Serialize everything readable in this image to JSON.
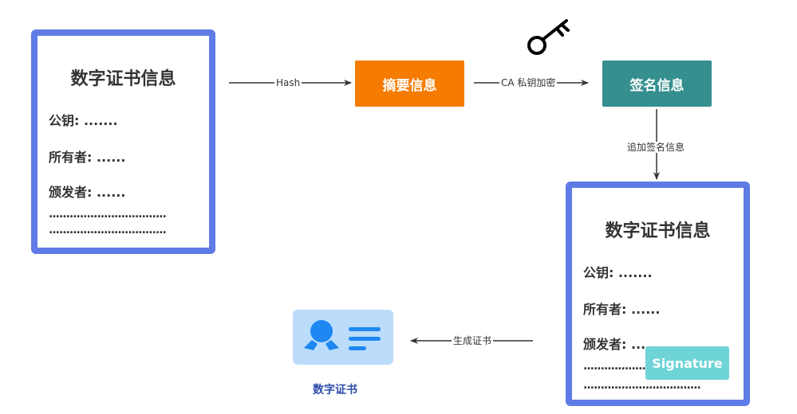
{
  "colors": {
    "card_border": "#5f7be6",
    "digest_box": "#f57c00",
    "sign_box": "#358f8f",
    "signature_tag": "#6fd4d8",
    "cert_bg": "#bbdcfb",
    "cert_fg": "#1f87f2",
    "cert_caption": "#2e4ea8"
  },
  "left_card": {
    "title": "数字证书信息",
    "public_key": "公钥: .......",
    "owner": "所有者: ......",
    "issuer": "颁发者: ......",
    "dots_line1": "..................................",
    "dots_line2": ".................................."
  },
  "right_card": {
    "title": "数字证书信息",
    "public_key": "公钥: .......",
    "owner": "所有者: ......",
    "issuer": "颁发者: ......",
    "dots_line1": "..................",
    "dots_line2": "..................................",
    "signature": "Signature"
  },
  "nodes": {
    "digest": "摘要信息",
    "signed": "签名信息"
  },
  "edges": {
    "hash": "Hash",
    "ca_encrypt": "CA 私钥加密",
    "append_signature": "追加签名信息",
    "generate_cert": "生成证书"
  },
  "icons": {
    "key": "key-icon",
    "certificate": "certificate-icon"
  },
  "certificate": {
    "caption": "数字证书"
  }
}
